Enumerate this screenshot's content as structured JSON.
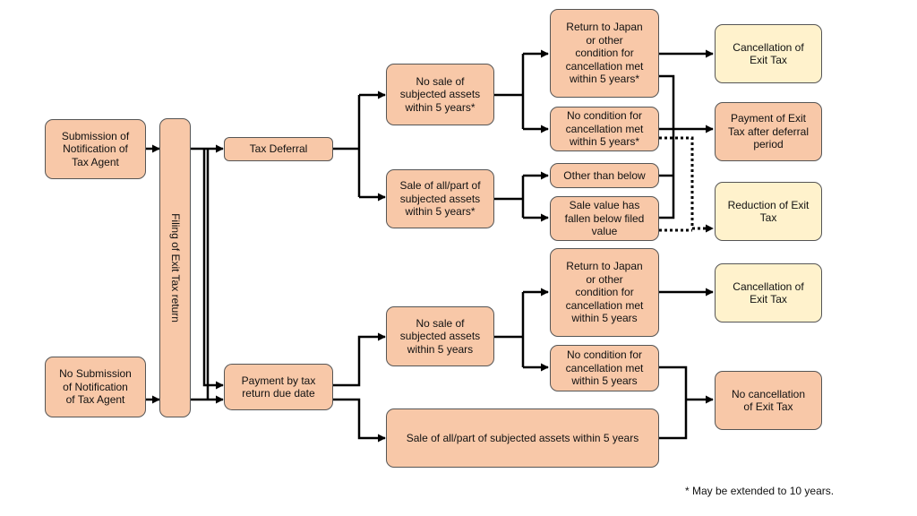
{
  "nodes": {
    "submission": "Submission of\nNotification of\nTax Agent",
    "no_submission": "No Submission\nof Notification\nof Tax Agent",
    "filing": "Filing of Exit Tax return",
    "tax_deferral": "Tax Deferral",
    "payment_due": "Payment by tax\nreturn due date",
    "no_sale_deferral": "No sale of\nsubjected assets\nwithin 5 years*",
    "sale_deferral": "Sale of all/part of\nsubjected assets\nwithin 5 years*",
    "return_japan_deferral": "Return to Japan\nor other\ncondition for\ncancellation met\nwithin 5 years*",
    "no_condition_deferral": "No condition for\ncancellation met\nwithin 5 years*",
    "other_than_below": "Other than below",
    "sale_value_fallen": "Sale value has\nfallen below filed\nvalue",
    "no_sale_payment": "No sale of\nsubjected assets\nwithin 5 years",
    "return_japan_payment": "Return to Japan\nor other\ncondition for\ncancellation met\nwithin 5 years",
    "no_condition_payment": "No condition for\ncancellation met\nwithin 5 years",
    "sale_payment": "Sale of all/part of subjected assets within 5 years",
    "cancellation_1": "Cancellation of\nExit Tax",
    "payment_after_deferral": "Payment of Exit\nTax after deferral\nperiod",
    "reduction": "Reduction of Exit\nTax",
    "cancellation_2": "Cancellation of\nExit Tax",
    "no_cancellation": "No cancellation\nof Exit Tax"
  },
  "footnote": "* May be extended to 10 years.",
  "colors": {
    "process_fill": "#f8c8a8",
    "result_fill": "#fff2cc",
    "border": "#555555",
    "connector": "#000000"
  }
}
